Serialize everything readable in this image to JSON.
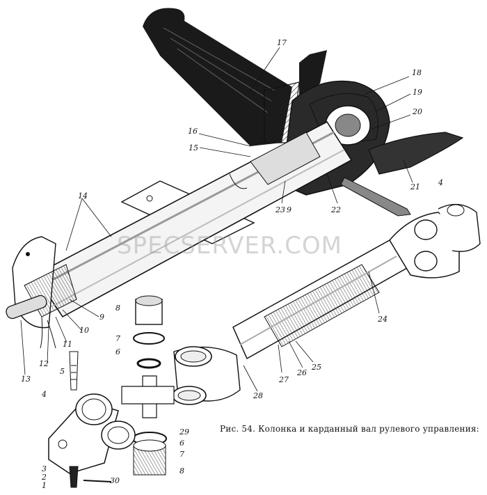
{
  "caption": "Рис. 54. Колонка и карданный вал рулевого управления:",
  "watermark": "SPECSERVER.COM",
  "callouts": [
    "17",
    "18",
    "19",
    "20",
    "21",
    "16",
    "15",
    "23",
    "9",
    "22",
    "4",
    "14",
    "24",
    "25",
    "26",
    "27",
    "28",
    "8",
    "7",
    "6",
    "29",
    "6",
    "7",
    "8",
    "5",
    "4",
    "3",
    "2",
    "1",
    "30",
    "13",
    "12",
    "11",
    "10",
    "9"
  ],
  "colors": {
    "ink": "#111111",
    "fill_dark": "#1a1a1a",
    "fill_mid": "#5a5a5a",
    "paper": "#ffffff"
  }
}
